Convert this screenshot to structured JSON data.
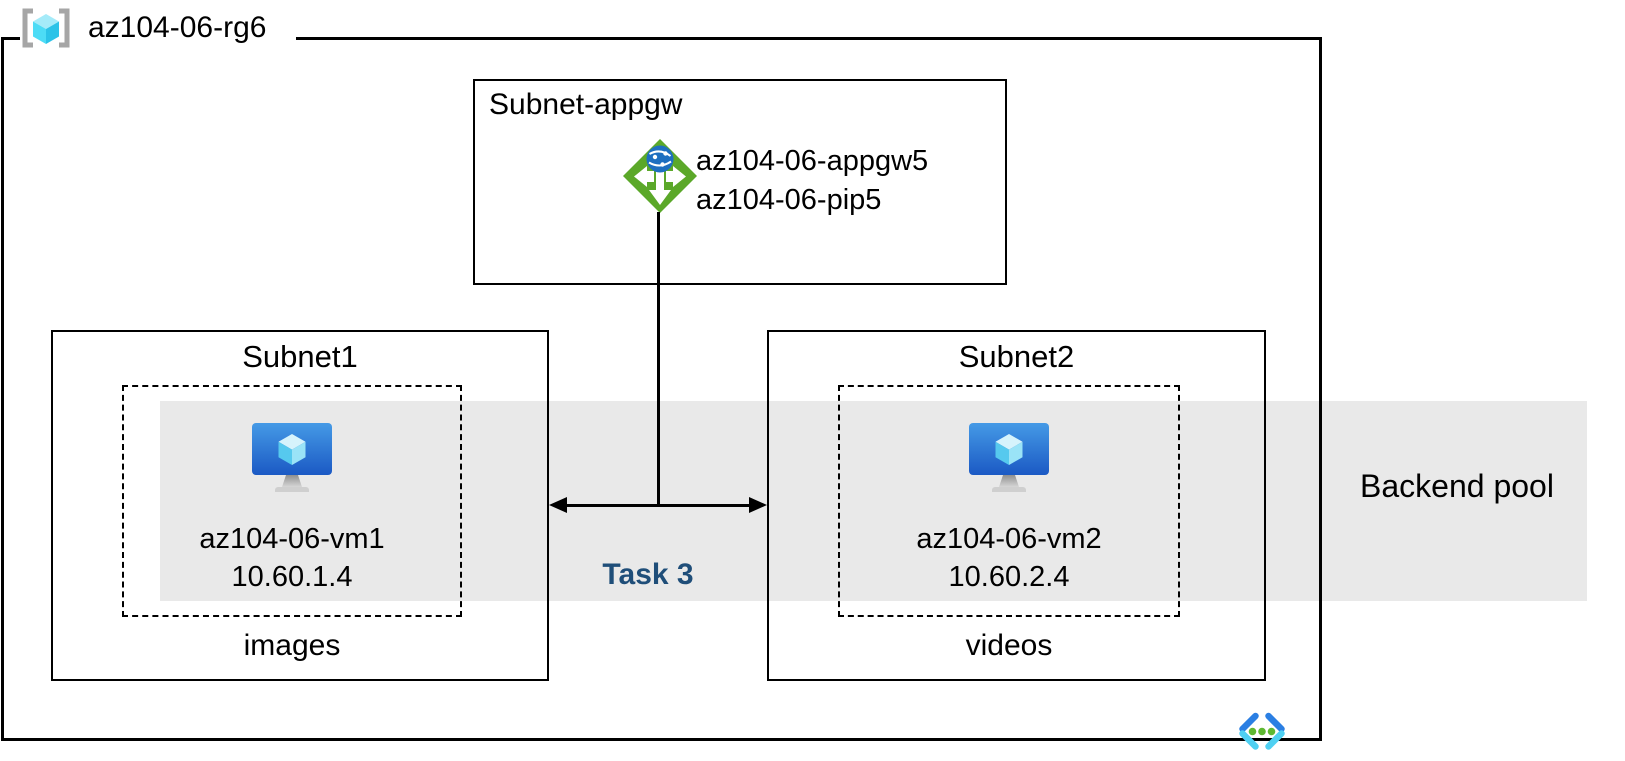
{
  "diagram": {
    "resource_group": {
      "name": "az104-06-rg6"
    },
    "appgw_subnet": {
      "label": "Subnet-appgw",
      "app_gateway_name": "az104-06-appgw5",
      "public_ip_name": "az104-06-pip5"
    },
    "subnet1": {
      "label": "Subnet1",
      "vm_name": "az104-06-vm1",
      "vm_ip": "10.60.1.4",
      "container_label": "images"
    },
    "subnet2": {
      "label": "Subnet2",
      "vm_name": "az104-06-vm2",
      "vm_ip": "10.60.2.4",
      "container_label": "videos"
    },
    "backend_pool_label": "Backend pool",
    "task_label": "Task 3"
  },
  "icons": {
    "resource_group": "resource-group-icon",
    "application_gateway": "application-gateway-icon",
    "virtual_machine": "virtual-machine-icon",
    "virtual_network": "virtual-network-icon"
  },
  "colors": {
    "border": "#000000",
    "backend_pool_band": "#e9e9e9",
    "task_label": "#1f4e79",
    "app_gateway_green": "#5ba829",
    "gateway_globe_blue": "#1e6fc0",
    "vm_screen_blue": "#2f7ed8",
    "rg_cube_cyan": "#37d0f1",
    "vnet_dark_blue": "#2b7fe3",
    "vnet_light_cyan": "#4fd0f2",
    "vnet_dot_green": "#5fb832"
  }
}
